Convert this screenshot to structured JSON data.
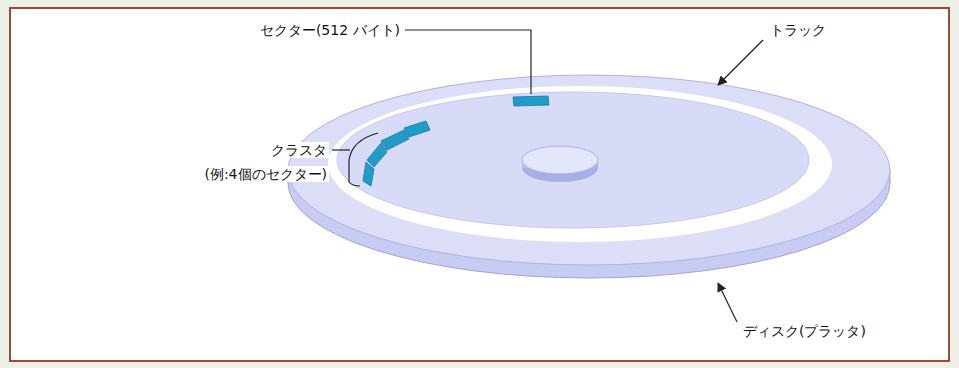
{
  "diagram": {
    "labels": [
      "セクター(512 バイト)",
      "トラック",
      "クラスタ",
      "(例:4個のセクター)",
      "ディスク(プラッタ)"
    ]
  }
}
